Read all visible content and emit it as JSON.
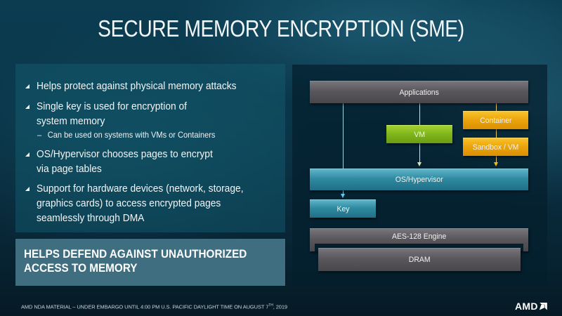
{
  "slide": {
    "title": "SECURE MEMORY ENCRYPTION (SME)"
  },
  "left_panel": {
    "bullets": [
      {
        "text": "Helps protect against physical memory attacks"
      },
      {
        "text": "Single key is used for encryption of\nsystem memory",
        "sub_bullets": [
          {
            "marker": "–",
            "text": "Can be used on systems with VMs or Containers"
          }
        ]
      },
      {
        "text": "OS/Hypervisor chooses pages to encrypt\nvia page tables"
      },
      {
        "text": "Support for hardware devices (network, storage,\ngraphics cards) to access encrypted pages\nseamlessly through DMA"
      }
    ],
    "callout": "HELPS DEFEND AGAINST UNAUTHORIZED\nACCESS TO MEMORY"
  },
  "diagram": {
    "boxes": {
      "applications": {
        "label": "Applications",
        "color": "#5a575c"
      },
      "vm": {
        "label": "VM",
        "color": "#7fb51c"
      },
      "container": {
        "label": "Container",
        "color": "#eaa30c"
      },
      "sandbox_vm": {
        "label": "Sandbox / VM",
        "color": "#eaa30c"
      },
      "os_hypervisor": {
        "label": "OS/Hypervisor",
        "color": "#2f8aa1"
      },
      "key": {
        "label": "Key",
        "color": "#2f8aa1"
      },
      "aes_engine": {
        "label": "AES-128 Engine",
        "color": "#5a575c"
      },
      "dram": {
        "label": "DRAM",
        "color": "#5a575c"
      }
    },
    "connectors": [
      {
        "from": "Applications",
        "to": "Key",
        "color": "#9fd3e0"
      },
      {
        "from": "Applications",
        "to": "OS/Hypervisor",
        "via": "VM",
        "color": "#d6e6a6"
      },
      {
        "from": "Applications",
        "to": "OS/Hypervisor",
        "via": "Container, Sandbox / VM",
        "color": "#f2c34a"
      }
    ]
  },
  "footer": {
    "note_prefix": "AMD NDA MATERIAL – UNDER EMBARGO UNTIL 4:00 PM U.S. PACIFIC DAYLIGHT TIME ON AUGUST 7",
    "note_sup": "TH",
    "note_suffix": ", 2019",
    "logo_text": "AMD"
  }
}
